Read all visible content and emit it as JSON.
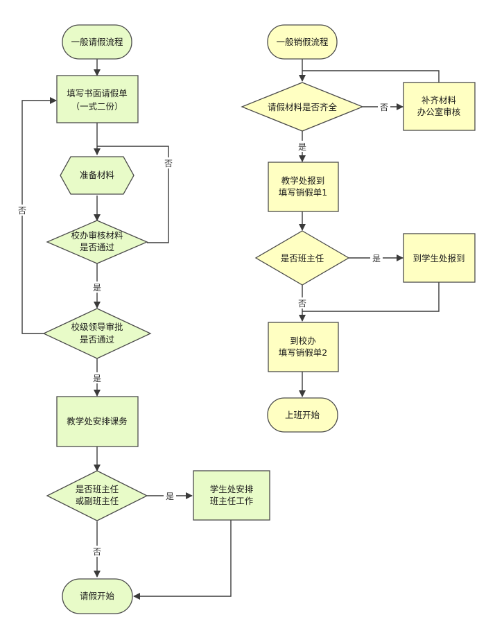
{
  "colors": {
    "left_flow_fill": "#e8fbc8",
    "right_flow_fill": "#ffffc2",
    "stroke": "#4a4a4a",
    "line": "#3a3a3a"
  },
  "left_flow": {
    "start": "一般请假流程",
    "fill_form": [
      "填写书面请假单",
      "（一式二份）"
    ],
    "prepare": "准备材料",
    "office_review": [
      "校办审核材料",
      "是否通过"
    ],
    "leader_approve": [
      "校级领导审批",
      "是否通过"
    ],
    "arrange_classes": "教学处安排课务",
    "is_head_teacher": [
      "是否班主任",
      "或副班主任"
    ],
    "student_office": [
      "学生处安排",
      "班主任工作"
    ],
    "end": "请假开始",
    "labels": {
      "no_office": "否",
      "yes_office": "是",
      "no_leader": "否",
      "yes_leader": "是",
      "yes_head": "是",
      "no_head": "否"
    }
  },
  "right_flow": {
    "start": "一般销假流程",
    "materials_complete": "请假材料是否齐全",
    "supplement": [
      "补齐材料",
      "办公室审核"
    ],
    "report_teaching": [
      "教学处报到",
      "填写销假单1"
    ],
    "is_head_teacher": "是否班主任",
    "report_student": "到学生处报到",
    "school_office": [
      "到校办",
      "填写销假单2"
    ],
    "end": "上班开始",
    "labels": {
      "no_materials": "否",
      "yes_materials": "是",
      "yes_head": "是",
      "no_head": "否"
    }
  }
}
